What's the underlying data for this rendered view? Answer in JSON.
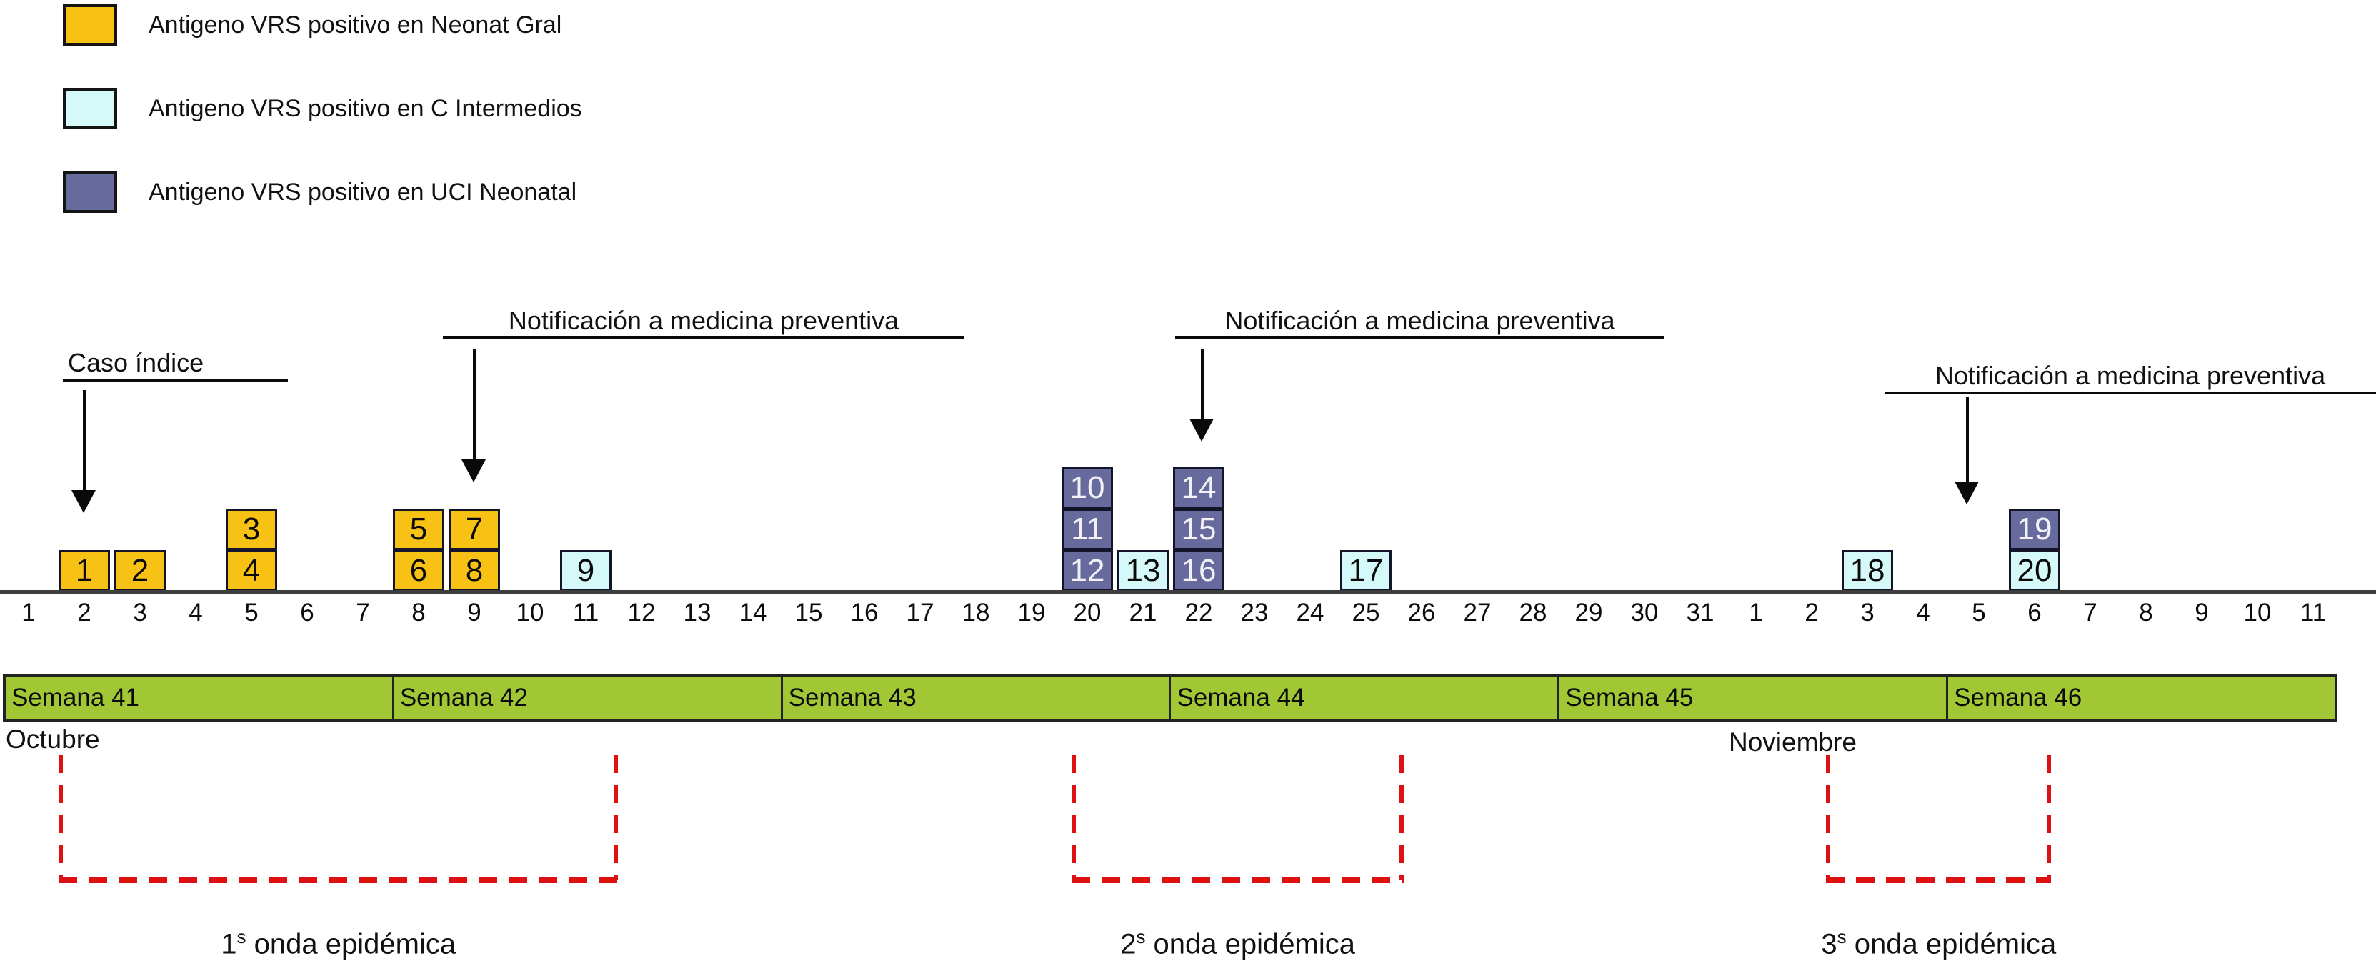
{
  "legend": {
    "items": [
      {
        "label": "Antigeno VRS positivo en Neonat Gral",
        "unit": "neonat_gral"
      },
      {
        "label": "Antigeno VRS positivo en C Intermedios",
        "unit": "c_intermedios"
      },
      {
        "label": "Antigeno VRS positivo en UCI Neonatal",
        "unit": "uci_neonatal"
      }
    ]
  },
  "colors": {
    "neonat_gral": "#F7C213",
    "c_intermedios": "#D5F9F9",
    "uci_neonatal": "#666A9D",
    "week_bar": "#A1C834",
    "wave_bracket": "#DD1111"
  },
  "annotations": {
    "caso_indice": {
      "label": "Caso índice",
      "points_to": "Octubre 2"
    },
    "notificacion_1": {
      "label": "Notificación a medicina preventiva",
      "points_to": "Octubre 9"
    },
    "notificacion_2": {
      "label": "Notificación a medicina preventiva",
      "points_to": "Octubre 22"
    },
    "notificacion_3": {
      "label": "Notificación a medicina preventiva",
      "points_to": "Noviembre 5"
    }
  },
  "months": [
    {
      "name": "Octubre",
      "day_labels": [
        "1",
        "2",
        "3",
        "4",
        "5",
        "6",
        "7",
        "8",
        "9",
        "10",
        "11",
        "12",
        "13",
        "14",
        "15",
        "16",
        "17",
        "18",
        "19",
        "20",
        "21",
        "22",
        "23",
        "24",
        "25",
        "26",
        "27",
        "28",
        "29",
        "30",
        "31"
      ]
    },
    {
      "name": "Noviembre",
      "day_labels": [
        "1",
        "2",
        "3",
        "4",
        "5",
        "6",
        "7",
        "8",
        "9",
        "10",
        "11"
      ]
    }
  ],
  "weeks": [
    {
      "label": "Semana 41"
    },
    {
      "label": "Semana 42"
    },
    {
      "label": "Semana 43"
    },
    {
      "label": "Semana 44"
    },
    {
      "label": "Semana 45"
    },
    {
      "label": "Semana 46"
    }
  ],
  "waves": [
    {
      "num": "1",
      "sup": "s",
      "text": "onda epidémica",
      "from_day": 1.58,
      "to_day": 11.54
    },
    {
      "num": "2",
      "sup": "s",
      "text": "onda epidémica",
      "from_day": 19.76,
      "to_day": 25.64
    },
    {
      "num": "3",
      "sup": "s",
      "text": "onda epidémica",
      "from_day": 33.3,
      "to_day": 37.26
    }
  ],
  "chart_data": {
    "type": "timeline-epidemic-curve",
    "title": "",
    "x_axis": "Days (Octubre 1-31, Noviembre 1-11), Semanas 41-46",
    "y_axis": "Stacked case count per day",
    "legend_position": "top-left",
    "cases": [
      {
        "n": "1",
        "day": 2,
        "date": "Octubre 2",
        "row": 0,
        "unit": "neonat_gral"
      },
      {
        "n": "2",
        "day": 3,
        "date": "Octubre 3",
        "row": 0,
        "unit": "neonat_gral"
      },
      {
        "n": "4",
        "day": 5,
        "date": "Octubre 5",
        "row": 0,
        "unit": "neonat_gral"
      },
      {
        "n": "3",
        "day": 5,
        "date": "Octubre 5",
        "row": 1,
        "unit": "neonat_gral"
      },
      {
        "n": "6",
        "day": 8,
        "date": "Octubre 8",
        "row": 0,
        "unit": "neonat_gral"
      },
      {
        "n": "5",
        "day": 8,
        "date": "Octubre 8",
        "row": 1,
        "unit": "neonat_gral"
      },
      {
        "n": "8",
        "day": 9,
        "date": "Octubre 9",
        "row": 0,
        "unit": "neonat_gral"
      },
      {
        "n": "7",
        "day": 9,
        "date": "Octubre 9",
        "row": 1,
        "unit": "neonat_gral"
      },
      {
        "n": "9",
        "day": 11,
        "date": "Octubre 11",
        "row": 0,
        "unit": "c_intermedios"
      },
      {
        "n": "12",
        "day": 20,
        "date": "Octubre 20",
        "row": 0,
        "unit": "uci_neonatal"
      },
      {
        "n": "11",
        "day": 20,
        "date": "Octubre 20",
        "row": 1,
        "unit": "uci_neonatal"
      },
      {
        "n": "10",
        "day": 20,
        "date": "Octubre 20",
        "row": 2,
        "unit": "uci_neonatal"
      },
      {
        "n": "13",
        "day": 21,
        "date": "Octubre 21",
        "row": 0,
        "unit": "c_intermedios"
      },
      {
        "n": "16",
        "day": 22,
        "date": "Octubre 22",
        "row": 0,
        "unit": "uci_neonatal"
      },
      {
        "n": "15",
        "day": 22,
        "date": "Octubre 22",
        "row": 1,
        "unit": "uci_neonatal"
      },
      {
        "n": "14",
        "day": 22,
        "date": "Octubre 22",
        "row": 2,
        "unit": "uci_neonatal"
      },
      {
        "n": "17",
        "day": 25,
        "date": "Octubre 25",
        "row": 0,
        "unit": "c_intermedios"
      },
      {
        "n": "18",
        "day": 34,
        "date": "Noviembre 3",
        "row": 0,
        "unit": "c_intermedios"
      },
      {
        "n": "20",
        "day": 37,
        "date": "Noviembre 6",
        "row": 0,
        "unit": "c_intermedios"
      },
      {
        "n": "19",
        "day": 37,
        "date": "Noviembre 6",
        "row": 1,
        "unit": "uci_neonatal"
      }
    ]
  }
}
